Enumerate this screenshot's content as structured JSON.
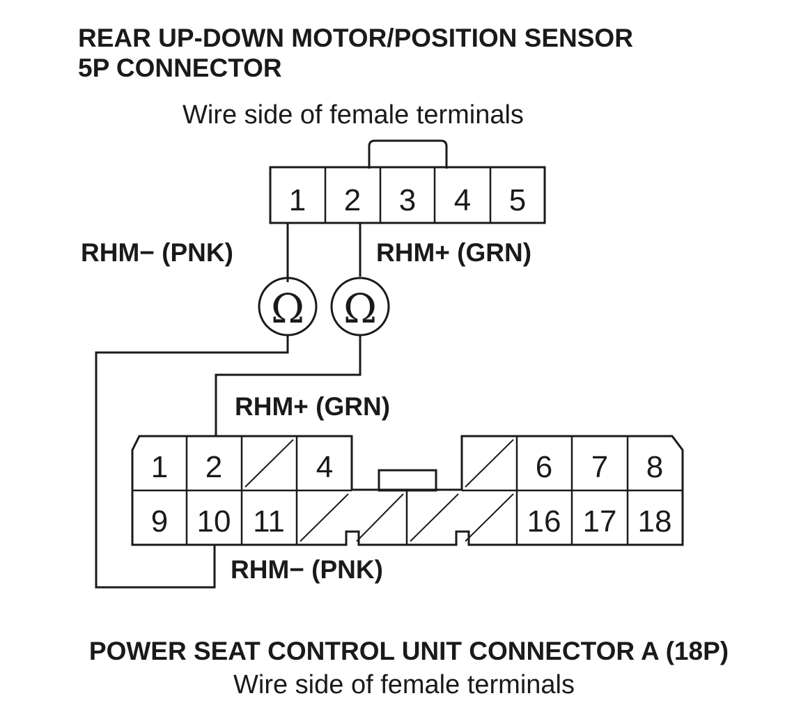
{
  "top_connector": {
    "title_line1": "REAR UP-DOWN MOTOR/POSITION SENSOR",
    "title_line2": "5P CONNECTOR",
    "subtitle": "Wire side of female terminals",
    "pins": [
      "1",
      "2",
      "3",
      "4",
      "5"
    ]
  },
  "wires": {
    "top_left_label": "RHM− (PNK)",
    "top_right_label": "RHM+ (GRN)",
    "middle_label": "RHM+ (GRN)",
    "bottom_label": "RHM− (PNK)"
  },
  "meters": {
    "left_symbol": "Ω",
    "right_symbol": "Ω"
  },
  "bottom_connector": {
    "title": "POWER SEAT CONTROL UNIT CONNECTOR A (18P)",
    "subtitle": "Wire side of female terminals",
    "top_row_left": [
      "1",
      "2",
      "4"
    ],
    "top_row_right": [
      "6",
      "7",
      "8"
    ],
    "bottom_row_left": [
      "9",
      "10",
      "11"
    ],
    "bottom_row_right": [
      "16",
      "17",
      "18"
    ]
  }
}
